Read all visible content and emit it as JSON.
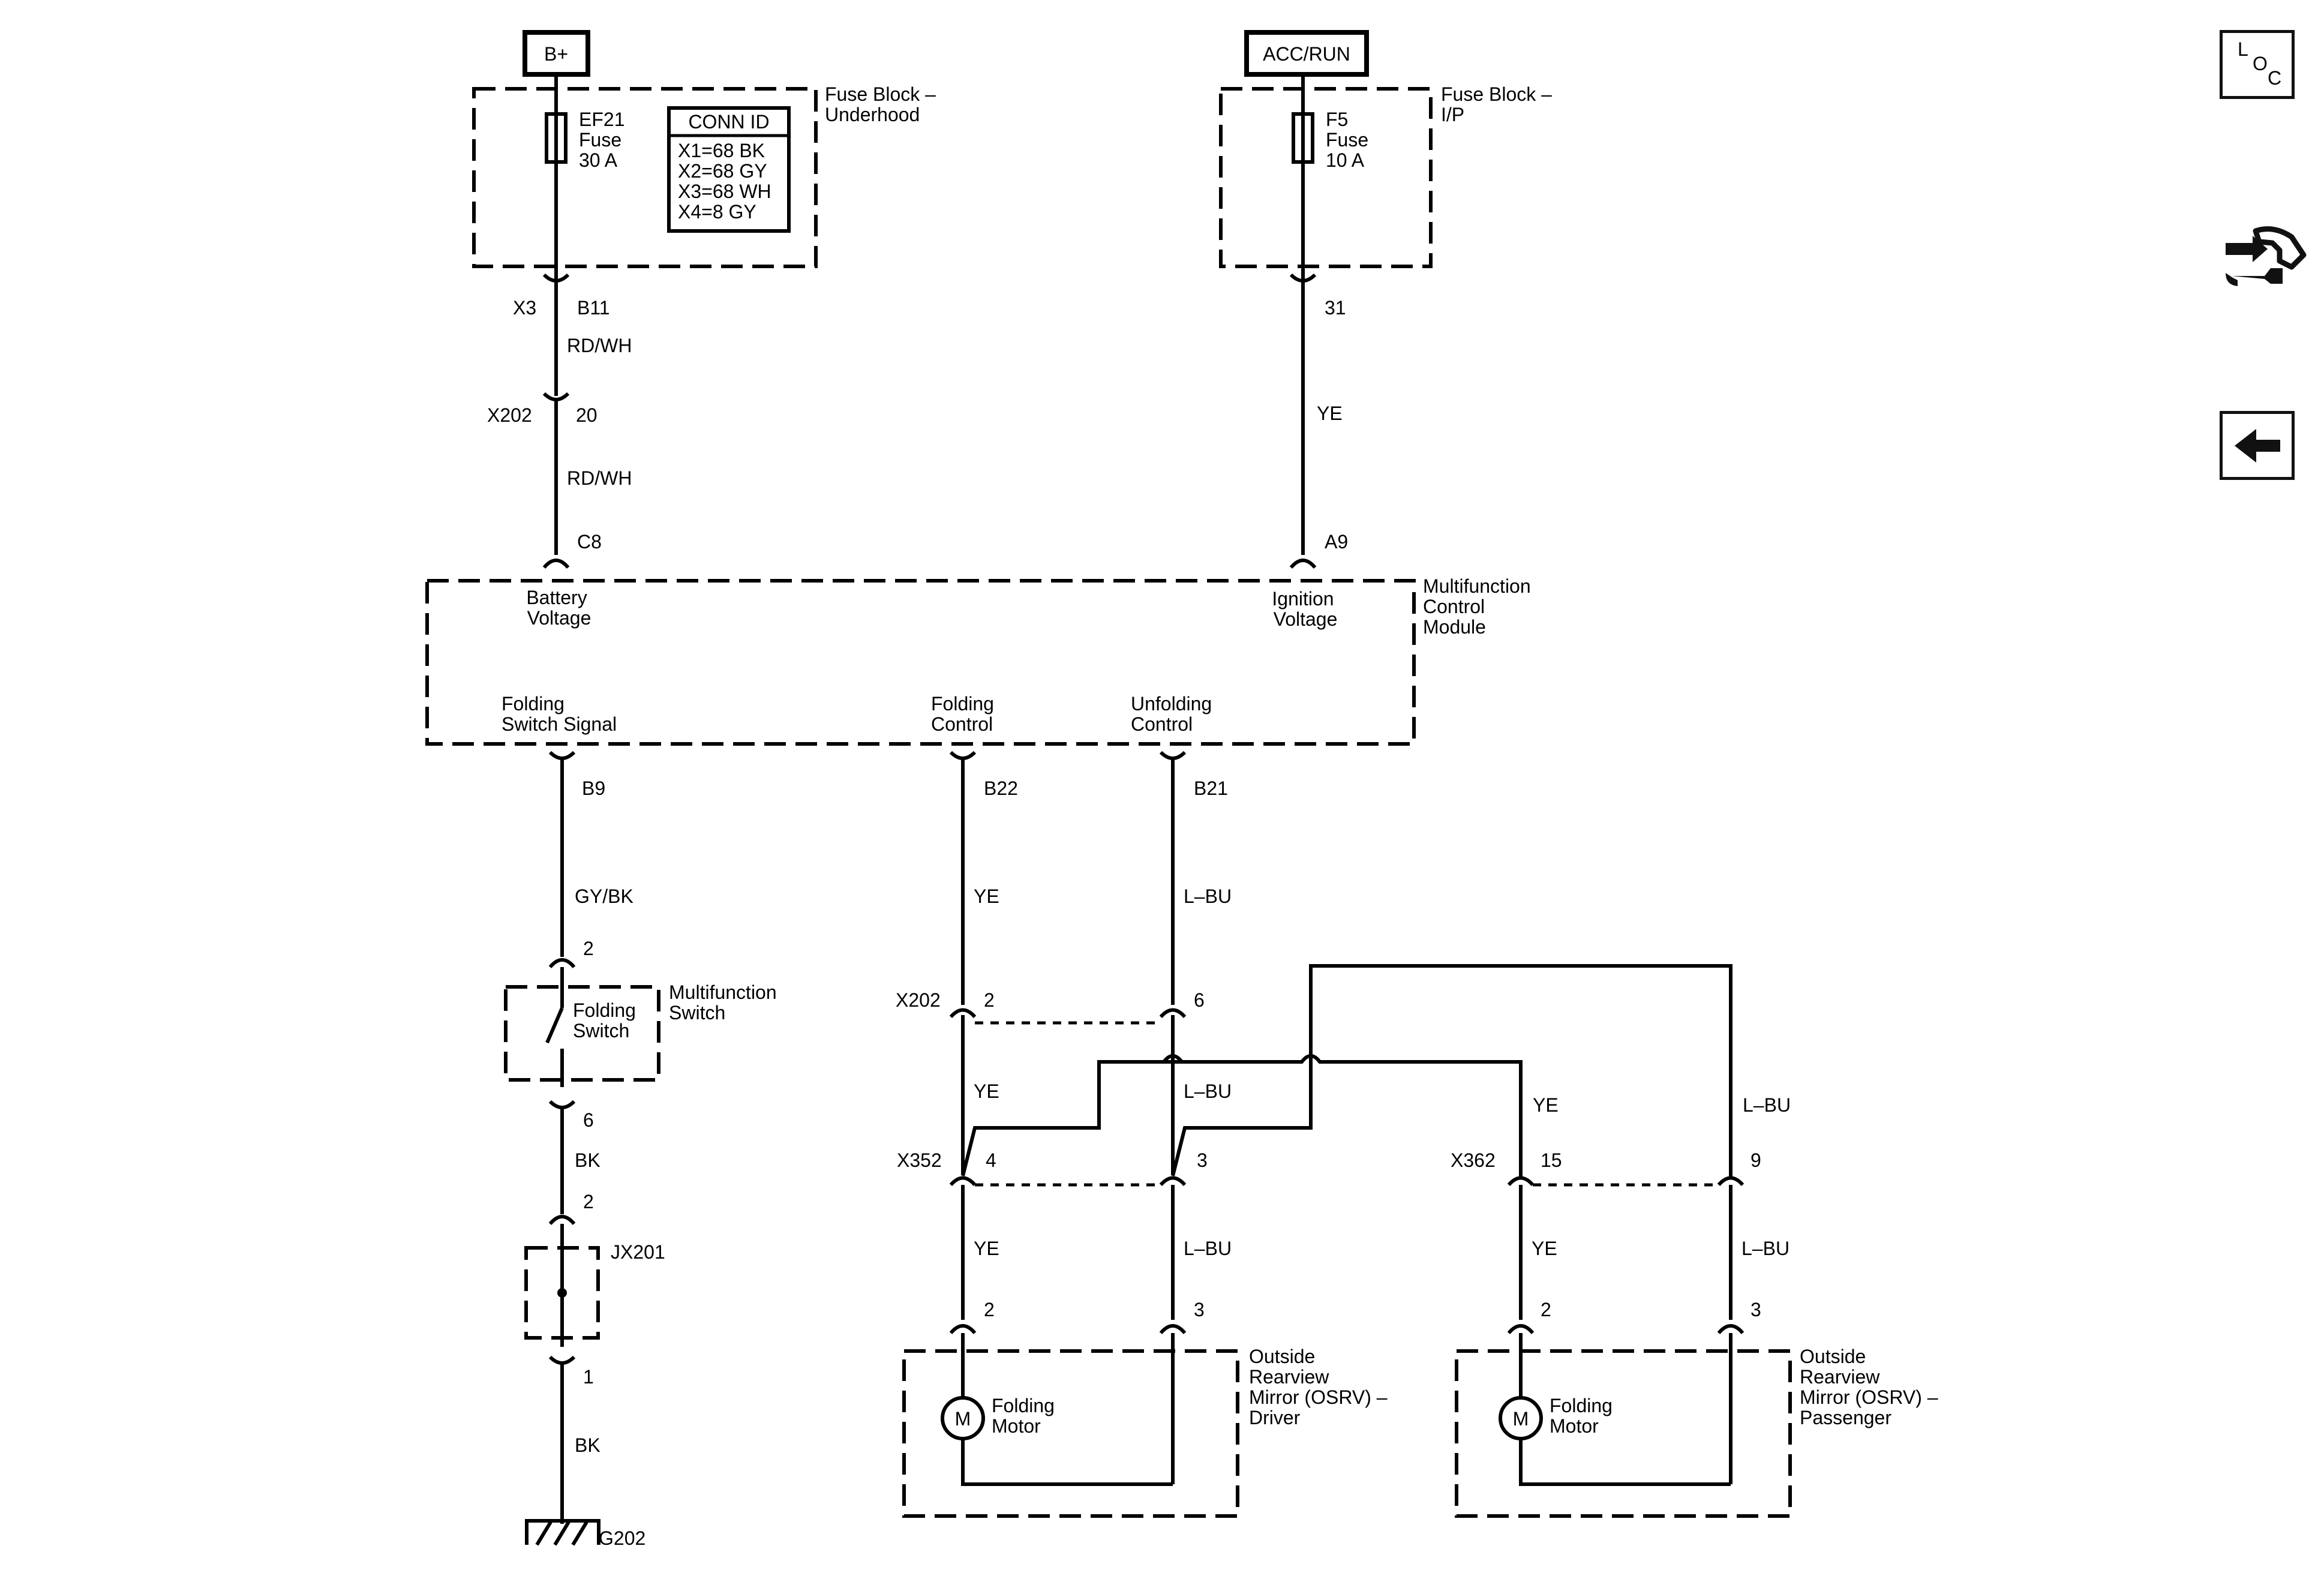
{
  "sources": {
    "bplus": "B+",
    "accrun": "ACC/RUN"
  },
  "fuse_block_underhood": {
    "label1": "Fuse Block –",
    "label2": "Underhood",
    "fuse_name": "EF21",
    "fuse_word": "Fuse",
    "fuse_rating": "30 A",
    "conn_id": {
      "title": "CONN ID",
      "rows": [
        "X1=68 BK",
        "X2=68 GY",
        "X3=68 WH",
        "X4=8 GY"
      ]
    }
  },
  "fuse_block_ip": {
    "label1": "Fuse Block –",
    "label2": "I/P",
    "fuse_name": "F5",
    "fuse_word": "Fuse",
    "fuse_rating": "10 A"
  },
  "connectors": {
    "x3": "X3",
    "b11": "B11",
    "x202a": "X202",
    "p20": "20",
    "c8": "C8",
    "p31": "31",
    "a9": "A9",
    "b9": "B9",
    "b22": "B22",
    "b21": "B21",
    "sw_in": "2",
    "sw_out": "6",
    "jx_in": "2",
    "jx_out": "1",
    "x202b": "X202",
    "x202_p2": "2",
    "x202_p6": "6",
    "x352": "X352",
    "x352_p4": "4",
    "x352_p3": "3",
    "x362": "X362",
    "x362_p15": "15",
    "x362_p9": "9",
    "drv_m2": "2",
    "drv_m3": "3",
    "pas_m2": "2",
    "pas_m3": "3"
  },
  "wires": {
    "rdwh1": "RD/WH",
    "rdwh2": "RD/WH",
    "ye_ign": "YE",
    "gybk": "GY/BK",
    "bk1": "BK",
    "bk2": "BK",
    "ye_b22": "YE",
    "lbu_b21": "L–BU",
    "ye_mid": "YE",
    "lbu_mid": "L–BU",
    "ye_pass_up": "YE",
    "lbu_pass_up": "L–BU",
    "ye_drv_low": "YE",
    "lbu_drv_low": "L–BU",
    "ye_pass_low": "YE",
    "lbu_pass_low": "L–BU"
  },
  "module": {
    "name1": "Multifunction",
    "name2": "Control",
    "name3": "Module",
    "batt1": "Battery",
    "batt2": "Voltage",
    "ign1": "Ignition",
    "ign2": "Voltage",
    "fold_sig1": "Folding",
    "fold_sig2": "Switch Signal",
    "fold_ctl1": "Folding",
    "fold_ctl2": "Control",
    "unfold1": "Unfolding",
    "unfold2": "Control"
  },
  "switch": {
    "name1": "Multifunction",
    "name2": "Switch",
    "inner1": "Folding",
    "inner2": "Switch"
  },
  "splice": {
    "name": "JX201"
  },
  "ground": {
    "name": "G202"
  },
  "mirror_driver": {
    "l1": "Outside",
    "l2": "Rearview",
    "l3": "Mirror (OSRV) –",
    "l4": "Driver",
    "motor1": "Folding",
    "motor2": "Motor",
    "symbol": "M"
  },
  "mirror_passenger": {
    "l1": "Outside",
    "l2": "Rearview",
    "l3": "Mirror (OSRV) –",
    "l4": "Passenger",
    "motor1": "Folding",
    "motor2": "Motor",
    "symbol": "M"
  },
  "sidebar": {
    "loc_letters": [
      "L",
      "O",
      "C"
    ],
    "icons": [
      "loc-icon",
      "hand-wrench-icon",
      "back-arrow-icon"
    ]
  }
}
